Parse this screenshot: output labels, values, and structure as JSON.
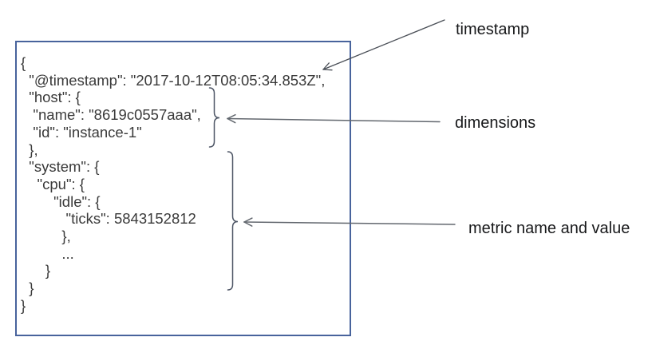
{
  "document": {
    "description": "json-event-example",
    "code_lines": [
      "{",
      "  \"@timestamp\": \"2017-10-12T08:05:34.853Z\",",
      "  \"host\": {",
      "   \"name\": \"8619c0557aaa\",",
      "   \"id\": \"instance-1\"",
      "  },",
      "  \"system\": {",
      "    \"cpu\": {",
      "        \"idle\": {",
      "           \"ticks\": 5843152812",
      "          },",
      "          ...",
      "      }",
      "  }",
      "}"
    ]
  },
  "labels": {
    "timestamp": "timestamp",
    "dimensions": "dimensions",
    "metric": "metric name and value"
  },
  "colors": {
    "background": "#ffffff",
    "box_border": "#48639c",
    "code_text": "#3a3a3a",
    "label_text": "#17181a",
    "annotation_stroke": "#5d636c"
  }
}
